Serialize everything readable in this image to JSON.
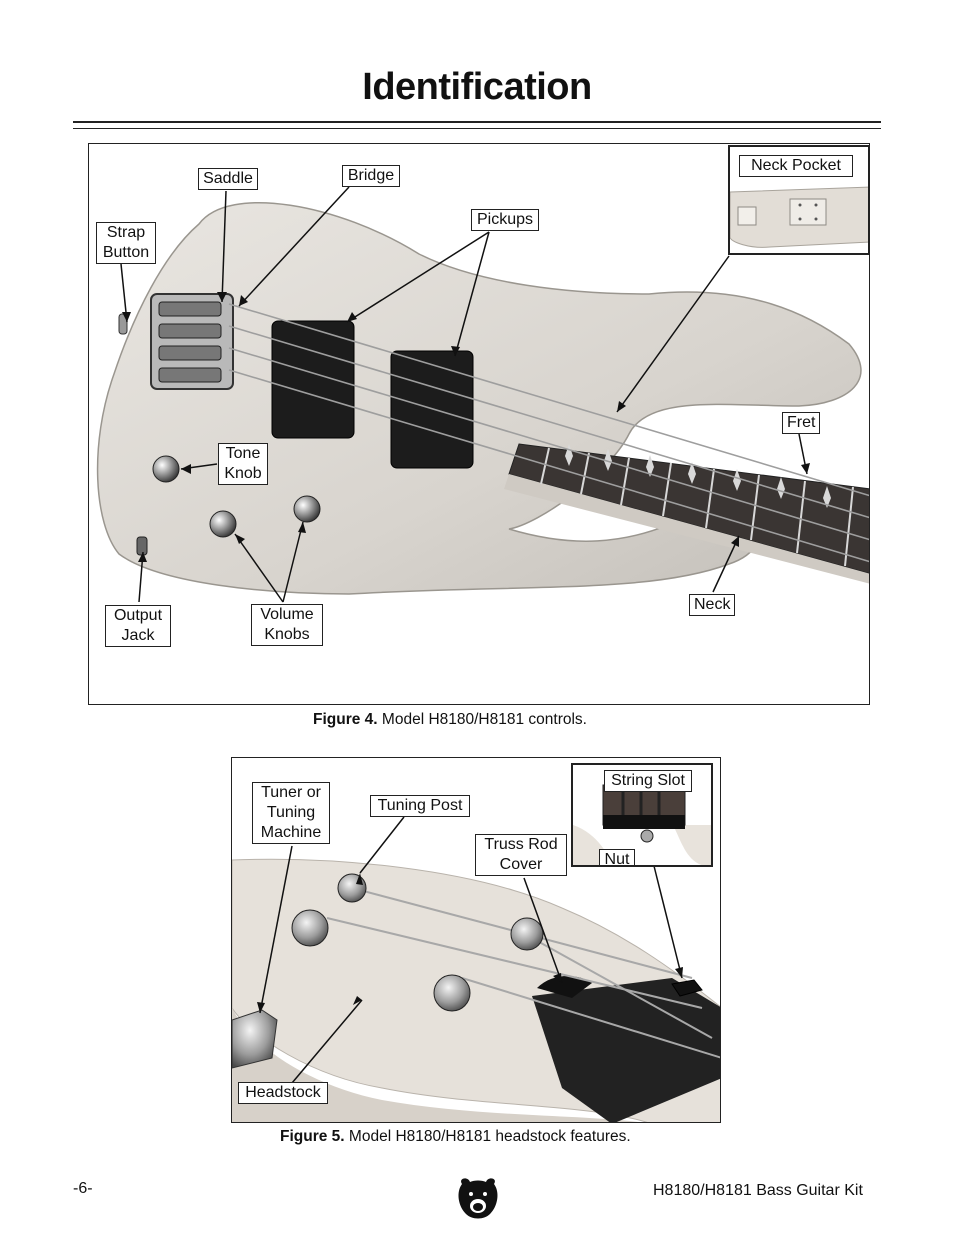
{
  "page": {
    "title": "Identification",
    "page_number": "-6-",
    "product": "H8180/H8181 Bass Guitar Kit"
  },
  "figure4": {
    "caption_label": "Figure 4.",
    "caption_text": " Model H8180/H8181 controls.",
    "labels": {
      "saddle": "Saddle",
      "bridge": "Bridge",
      "strap_button": "Strap\nButton",
      "pickups": "Pickups",
      "neck_pocket": "Neck Pocket",
      "fret": "Fret",
      "tone_knob": "Tone\nKnob",
      "output_jack": "Output\nJack",
      "volume_knobs": "Volume\nKnobs",
      "neck": "Neck"
    }
  },
  "figure5": {
    "caption_label": "Figure 5.",
    "caption_text": " Model H8180/H8181 headstock features.",
    "labels": {
      "tuner": "Tuner or\nTuning\nMachine",
      "tuning_post": "Tuning Post",
      "truss_rod_cover": "Truss Rod\nCover",
      "string_slot": "String Slot",
      "nut": "Nut",
      "headstock": "Headstock"
    }
  }
}
